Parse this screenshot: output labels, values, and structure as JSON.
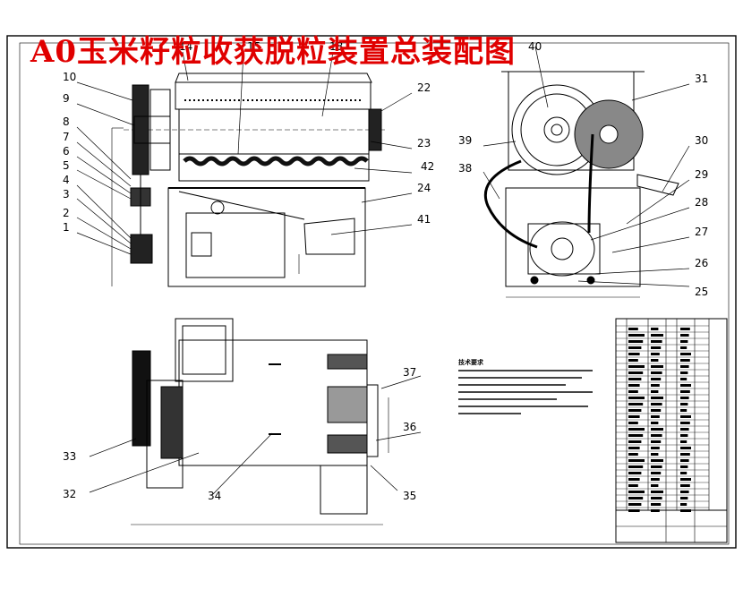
{
  "title": "A0玉米籽粒收获脱粒装置总装配图",
  "tech_notes_title": "技术要求",
  "note_count": 7,
  "callouts_upper_left": [
    "10",
    "9",
    "8",
    "7",
    "6",
    "5",
    "4",
    "3",
    "2",
    "1"
  ],
  "callouts_top": [
    "14",
    "15",
    "18"
  ],
  "callouts_upper_mid": [
    "22",
    "23",
    "42",
    "24",
    "41"
  ],
  "callouts_upper_right": [
    "40",
    "31",
    "39",
    "30",
    "38",
    "29",
    "28",
    "27",
    "26",
    "25"
  ],
  "callouts_lower": [
    "37",
    "36",
    "35",
    "34",
    "33",
    "32"
  ],
  "colors": {
    "title": "#e00000",
    "line": "#000000"
  }
}
